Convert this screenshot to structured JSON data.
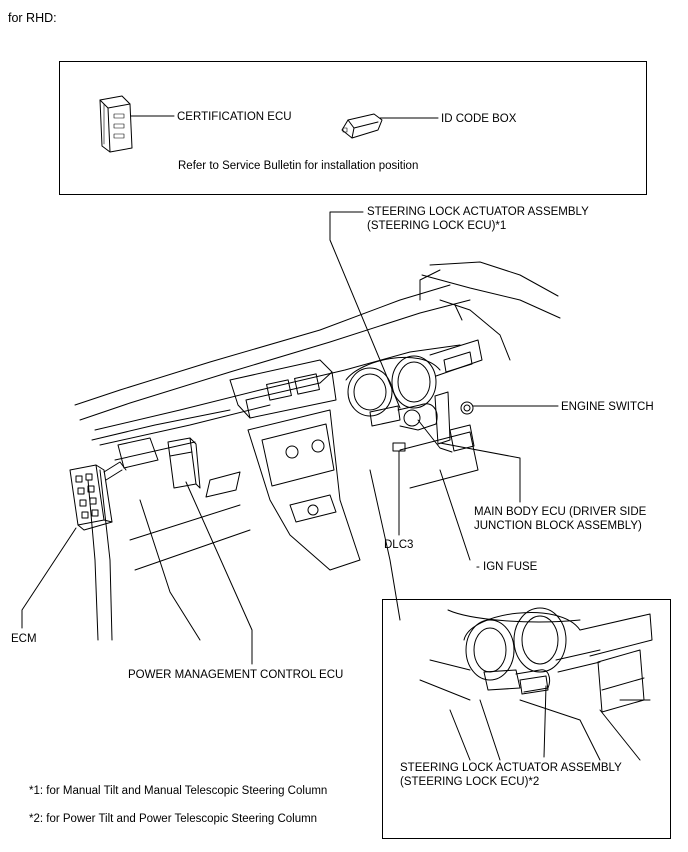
{
  "header": {
    "title": "for RHD:"
  },
  "top_box": {
    "certification_ecu": "CERTIFICATION ECU",
    "id_code_box": "ID CODE BOX",
    "note": "Refer to Service Bulletin for installation position"
  },
  "callouts": {
    "steering_lock_1_line1": "STEERING LOCK ACTUATOR ASSEMBLY",
    "steering_lock_1_line2": "(STEERING LOCK ECU)*1",
    "engine_switch": "ENGINE SWITCH",
    "main_body_ecu_line1": "MAIN BODY ECU (DRIVER SIDE",
    "main_body_ecu_line2": "JUNCTION BLOCK ASSEMBLY)",
    "ign_fuse": "- IGN FUSE",
    "dlc3": "DLC3",
    "ecm": "ECM",
    "power_mgmt_ecu": "POWER MANAGEMENT CONTROL ECU"
  },
  "inset_box": {
    "steering_lock_2_line1": "STEERING LOCK ACTUATOR ASSEMBLY",
    "steering_lock_2_line2": "(STEERING LOCK ECU)*2"
  },
  "footnotes": {
    "note1": "*1: for Manual Tilt and Manual Telescopic Steering Column",
    "note2": "*2: for Power Tilt and Power Telescopic Steering Column"
  }
}
